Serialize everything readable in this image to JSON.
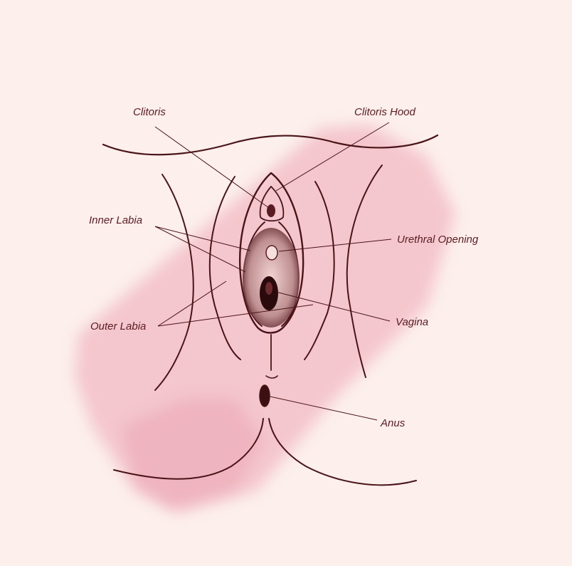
{
  "labels": {
    "clitoris": "Clitoris",
    "clitoris_hood": "Clitoris Hood",
    "inner_labia": "Inner Labia",
    "urethral_opening": "Urethral Opening",
    "outer_labia": "Outer Labia",
    "vagina": "Vagina",
    "anus": "Anus"
  },
  "colors": {
    "background": "#fcefec",
    "wash": "#eea6b4",
    "ink": "#4a1418",
    "label_text": "#5a1c22"
  }
}
